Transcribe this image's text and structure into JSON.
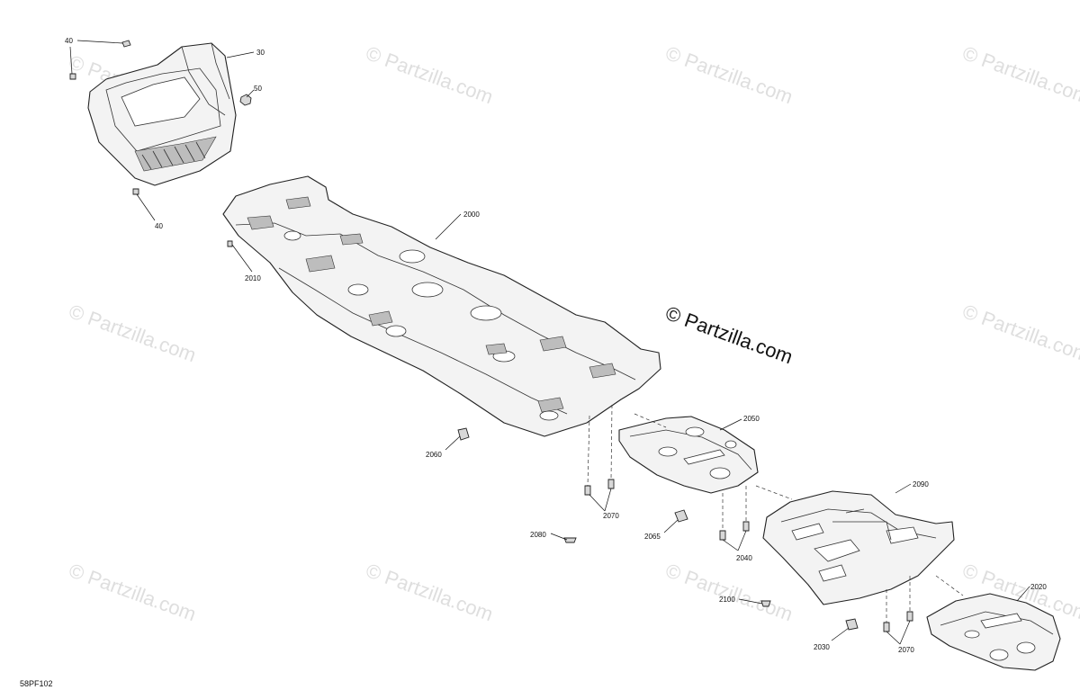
{
  "diagram_code": "58PF102",
  "watermark_main": "© Partzilla.com",
  "watermark_bg": "© Partzilla.com",
  "callouts": [
    {
      "id": "40a",
      "label": "40"
    },
    {
      "id": "30",
      "label": "30"
    },
    {
      "id": "50",
      "label": "50"
    },
    {
      "id": "40b",
      "label": "40"
    },
    {
      "id": "2000",
      "label": "2000"
    },
    {
      "id": "2010",
      "label": "2010"
    },
    {
      "id": "2050",
      "label": "2050"
    },
    {
      "id": "2060",
      "label": "2060"
    },
    {
      "id": "2070a",
      "label": "2070"
    },
    {
      "id": "2080",
      "label": "2080"
    },
    {
      "id": "2065",
      "label": "2065"
    },
    {
      "id": "2090",
      "label": "2090"
    },
    {
      "id": "2040",
      "label": "2040"
    },
    {
      "id": "2100",
      "label": "2100"
    },
    {
      "id": "2020",
      "label": "2020"
    },
    {
      "id": "2030",
      "label": "2030"
    },
    {
      "id": "2070b",
      "label": "2070"
    }
  ]
}
